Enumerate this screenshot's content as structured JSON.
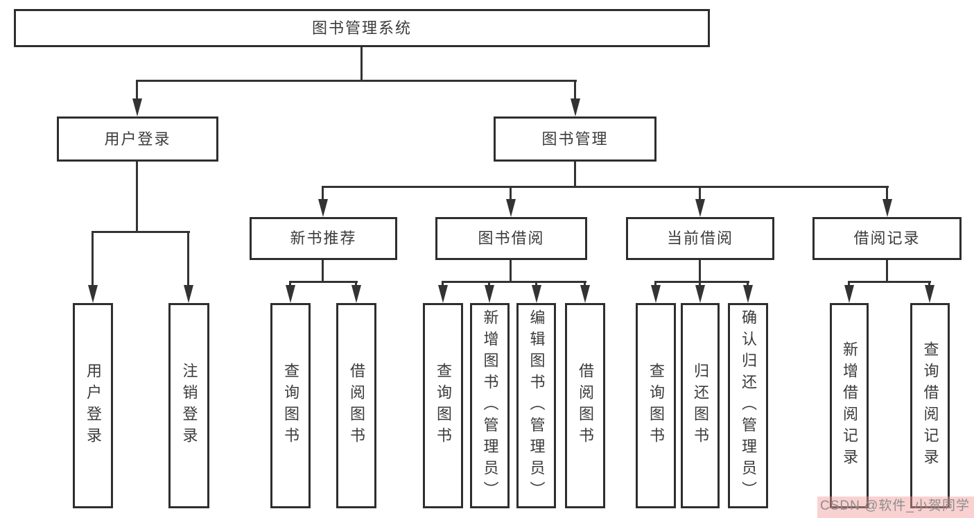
{
  "diagram_title": "图书管理系统",
  "tree": {
    "label": "图书管理系统",
    "children": [
      {
        "label": "用户登录",
        "children": [
          {
            "label": "用户登录"
          },
          {
            "label": "注销登录"
          }
        ]
      },
      {
        "label": "图书管理",
        "children": [
          {
            "label": "新书推荐",
            "children": [
              {
                "label": "查询图书"
              },
              {
                "label": "借阅图书"
              }
            ]
          },
          {
            "label": "图书借阅",
            "children": [
              {
                "label": "查询图书"
              },
              {
                "label": "新增图书（管理员）"
              },
              {
                "label": "编辑图书（管理员）"
              },
              {
                "label": "借阅图书"
              }
            ]
          },
          {
            "label": "当前借阅",
            "children": [
              {
                "label": "查询图书"
              },
              {
                "label": "归还图书"
              },
              {
                "label": "确认归还（管理员）"
              }
            ]
          },
          {
            "label": "借阅记录",
            "children": [
              {
                "label": "新增借阅记录"
              },
              {
                "label": "查询借阅记录"
              }
            ]
          }
        ]
      }
    ]
  },
  "watermark": {
    "text": "CSDN @软件_小贺同学"
  },
  "colors": {
    "line": "#333333",
    "box_border": "#2e2e2e",
    "text": "#3b3b3b",
    "watermark_text": "#8d8d8d",
    "watermark_bg": "#f29898"
  }
}
